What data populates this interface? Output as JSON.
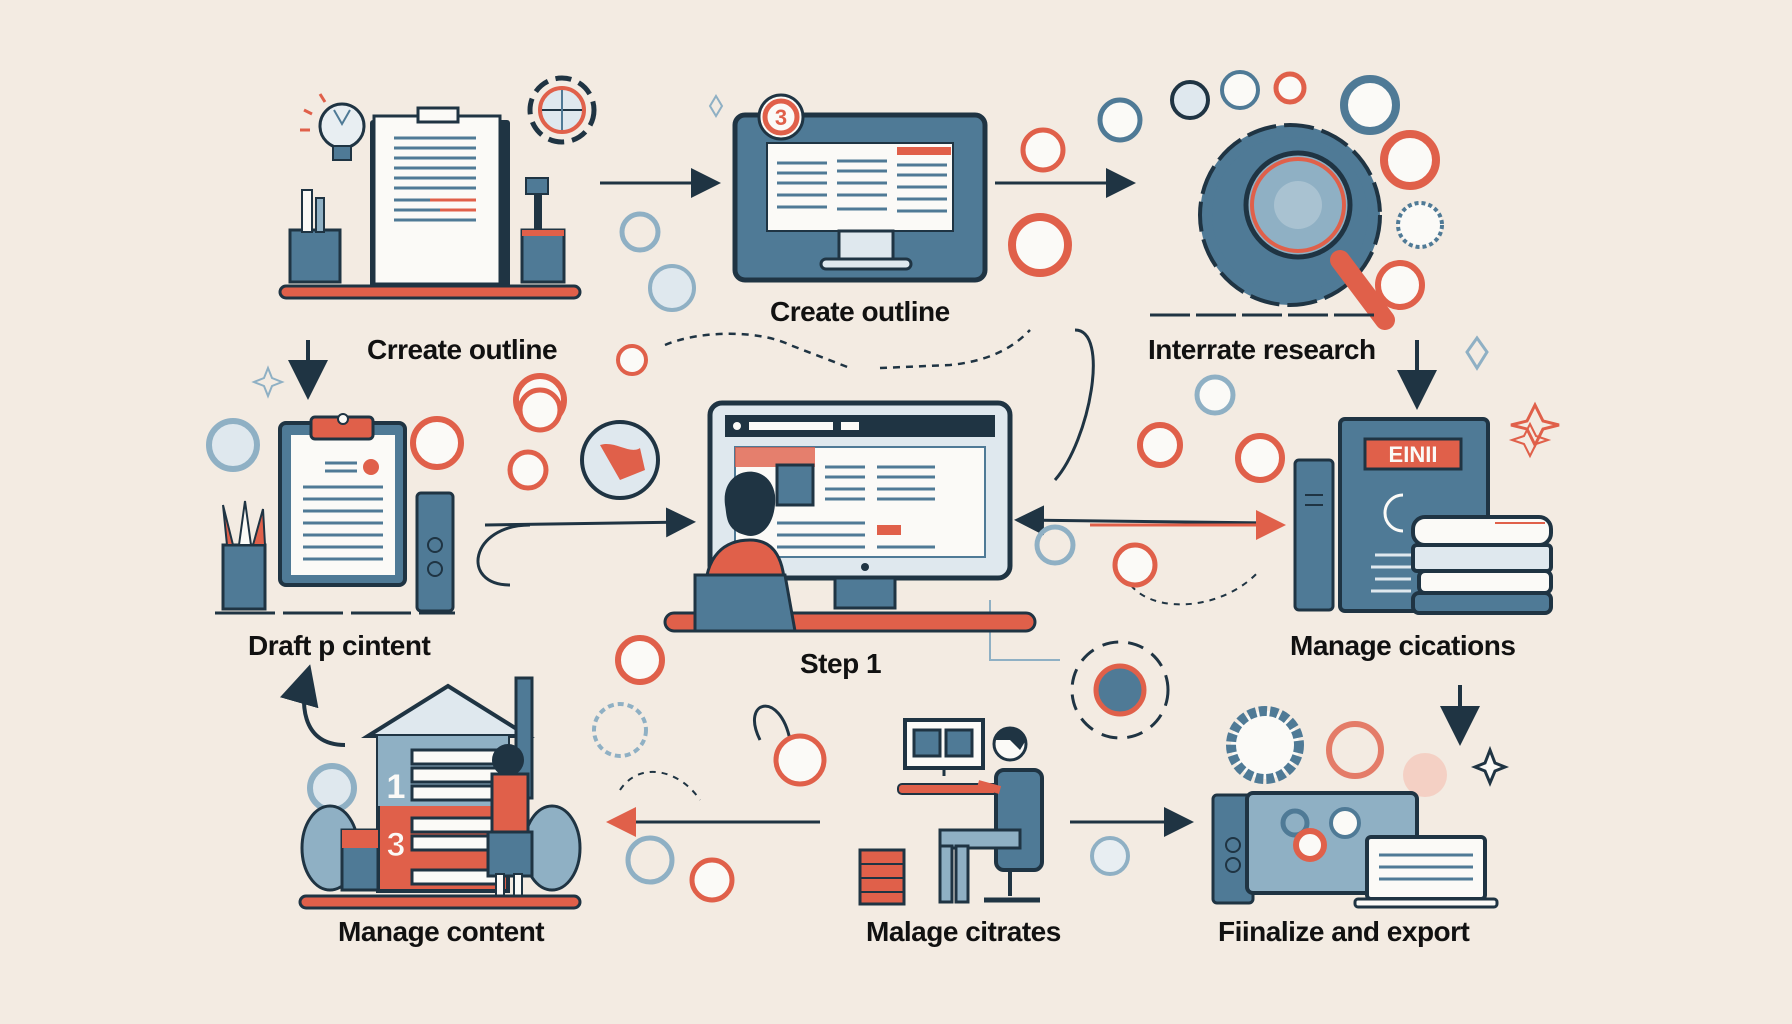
{
  "diagram": {
    "type": "workflow-illustration",
    "palette": {
      "background": "#f3ebe2",
      "primary_blue": "#4f7a96",
      "light_blue": "#8fb0c4",
      "dark_navy": "#1f3443",
      "accent_red": "#e0604a",
      "paper": "#fbfaf7"
    },
    "steps": [
      {
        "id": "s1",
        "label": "Crreate outline",
        "illustration": "clipboard-document-with-lightbulb-and-pencils"
      },
      {
        "id": "s2",
        "label": "Create outline",
        "illustration": "monitor-with-three-column-outline",
        "badge": "3"
      },
      {
        "id": "s3",
        "label": "Interrate research",
        "illustration": "gear-with-magnifying-glass"
      },
      {
        "id": "s4",
        "label": "Draft p cintent",
        "illustration": "clipboard-with-pencils-and-tower"
      },
      {
        "id": "s5",
        "label": "Step 1",
        "illustration": "person-at-desktop-monitor"
      },
      {
        "id": "s6",
        "label": "Manage cications",
        "illustration": "book-stack-with-tower",
        "book_title": "EINII"
      },
      {
        "id": "s7",
        "label": "Manage content",
        "illustration": "house-shelf-with-person",
        "numbers": [
          "1",
          "3"
        ]
      },
      {
        "id": "s8",
        "label": "Malage citrates",
        "illustration": "person-at-workstation"
      },
      {
        "id": "s9",
        "label": "Fiinalize and export",
        "illustration": "desktop-and-laptop-with-gears"
      }
    ],
    "connections": [
      {
        "from": "s1",
        "to": "s2",
        "style": "solid-arrow"
      },
      {
        "from": "s2",
        "to": "s3",
        "style": "solid-arrow"
      },
      {
        "from": "s1",
        "to": "s4",
        "style": "down-arrow"
      },
      {
        "from": "s3",
        "to": "s6",
        "style": "down-arrow"
      },
      {
        "from": "s4",
        "to": "s5",
        "style": "curved-arrow"
      },
      {
        "from": "s6",
        "to": "s5",
        "style": "double-arrow"
      },
      {
        "from": "s6",
        "to": "s9",
        "style": "down-arrow"
      },
      {
        "from": "s8",
        "to": "s7",
        "style": "solid-arrow"
      },
      {
        "from": "s8",
        "to": "s9",
        "style": "solid-arrow"
      },
      {
        "from": "s7",
        "to": "s4",
        "style": "curved-up-arrow"
      }
    ]
  }
}
